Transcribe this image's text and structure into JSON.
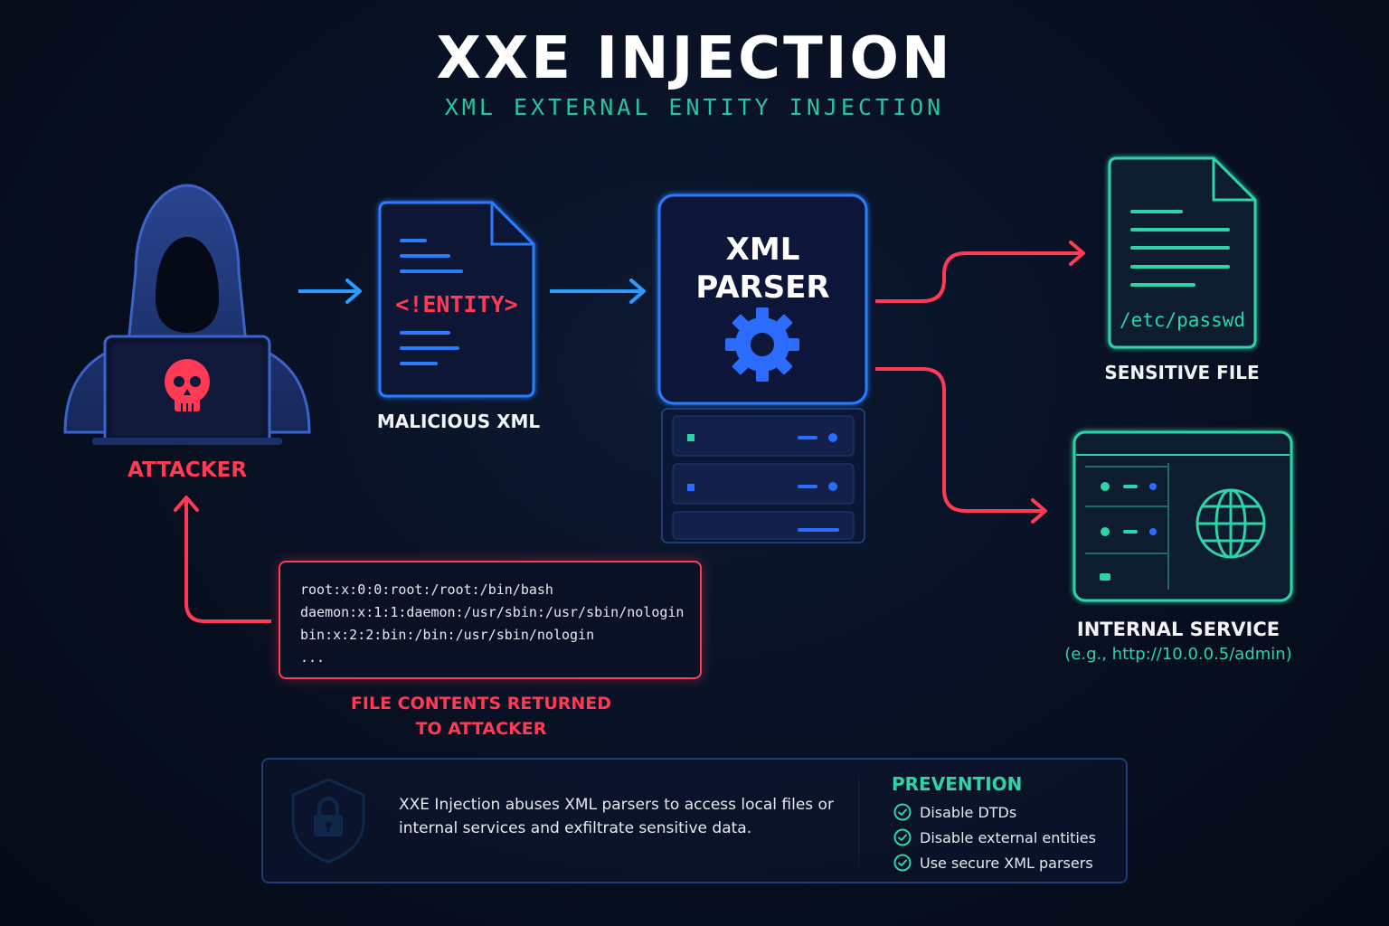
{
  "header": {
    "title": "XXE INJECTION",
    "subtitle": "XML EXTERNAL ENTITY INJECTION"
  },
  "nodes": {
    "attacker": {
      "label": "ATTACKER",
      "icon": "skull-icon"
    },
    "malicious_xml": {
      "label": "MALICIOUS XML",
      "entity": "<!ENTITY>"
    },
    "parser": {
      "line1": "XML",
      "line2": "PARSER",
      "icon": "gear-icon"
    },
    "sensitive_file": {
      "label": "SENSITIVE FILE",
      "path": "/etc/passwd"
    },
    "internal_service": {
      "label": "INTERNAL SERVICE",
      "url": "(e.g., http://10.0.0.5/admin)"
    }
  },
  "returned": {
    "lines": [
      "root:x:0:0:root:/root:/bin/bash",
      "daemon:x:1:1:daemon:/usr/sbin:/usr/sbin/nologin",
      "bin:x:2:2:bin:/bin:/usr/sbin/nologin",
      "..."
    ],
    "caption_line1": "FILE CONTENTS RETURNED",
    "caption_line2": "TO ATTACKER"
  },
  "info": {
    "description": "XXE Injection abuses XML parsers to access local files or internal services and exfiltrate sensitive data.",
    "prevention_title": "PREVENTION",
    "prevention_items": [
      "Disable DTDs",
      "Disable external entities",
      "Use secure XML parsers"
    ]
  },
  "colors": {
    "blue": "#2b7bff",
    "red": "#ff3a55",
    "teal": "#2dd4a8"
  }
}
